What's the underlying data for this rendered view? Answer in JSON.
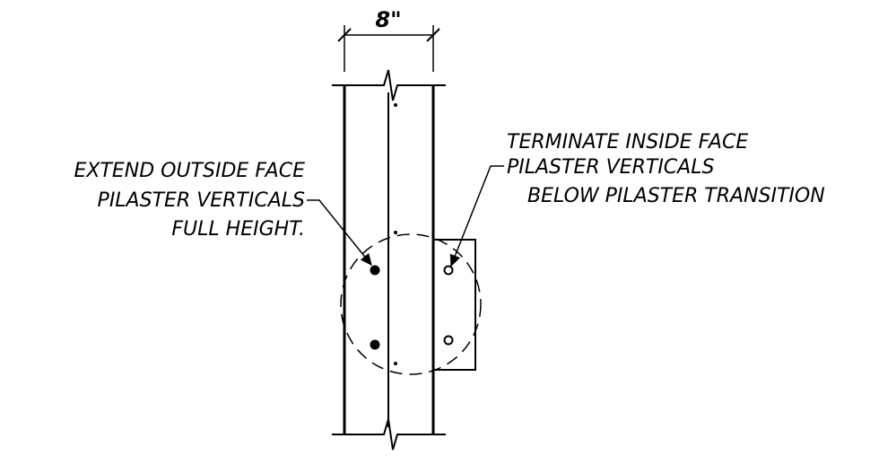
{
  "dimension": {
    "text": "8\""
  },
  "note_left": {
    "lines": [
      "EXTEND OUTSIDE FACE",
      "PILASTER VERTICALS",
      "FULL HEIGHT."
    ]
  },
  "note_right": {
    "lines": [
      "TERMINATE INSIDE FACE",
      "PILASTER VERTICALS",
      "BELOW PILASTER TRANSITION"
    ]
  }
}
